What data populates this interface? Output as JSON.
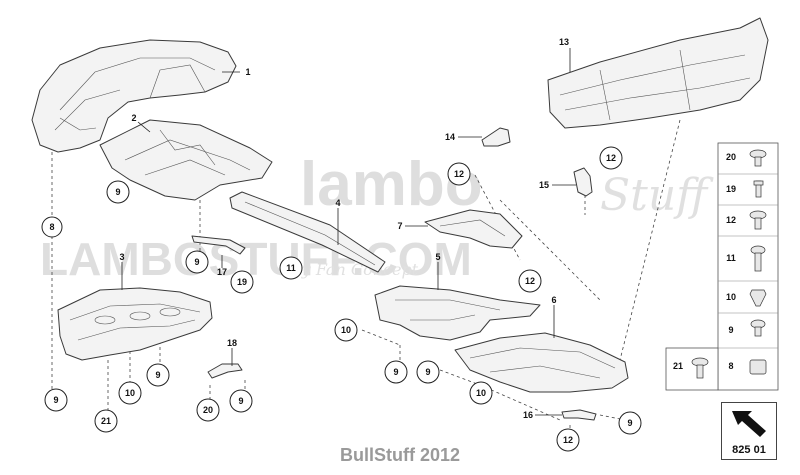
{
  "footer": {
    "credit": "BullStuff 2012"
  },
  "watermark": {
    "main": "lambo",
    "script": "Stuff",
    "domain": "LAMBOSTUFF.COM",
    "tagline": "By Fan Concept"
  },
  "page_badge": {
    "label": "825 01",
    "icon": "arrow-pointer-icon"
  },
  "part_labels": [
    "1",
    "2",
    "3",
    "4",
    "5",
    "6",
    "7",
    "13",
    "14",
    "15",
    "16",
    "17",
    "18"
  ],
  "callouts": [
    "8",
    "9",
    "9",
    "11",
    "19",
    "12",
    "12",
    "12",
    "10",
    "9",
    "9",
    "10",
    "9",
    "9",
    "21",
    "10",
    "9",
    "20",
    "9",
    "10",
    "12",
    "9"
  ],
  "legend": [
    "20",
    "19",
    "12",
    "11",
    "10",
    "9",
    "8",
    "21"
  ]
}
